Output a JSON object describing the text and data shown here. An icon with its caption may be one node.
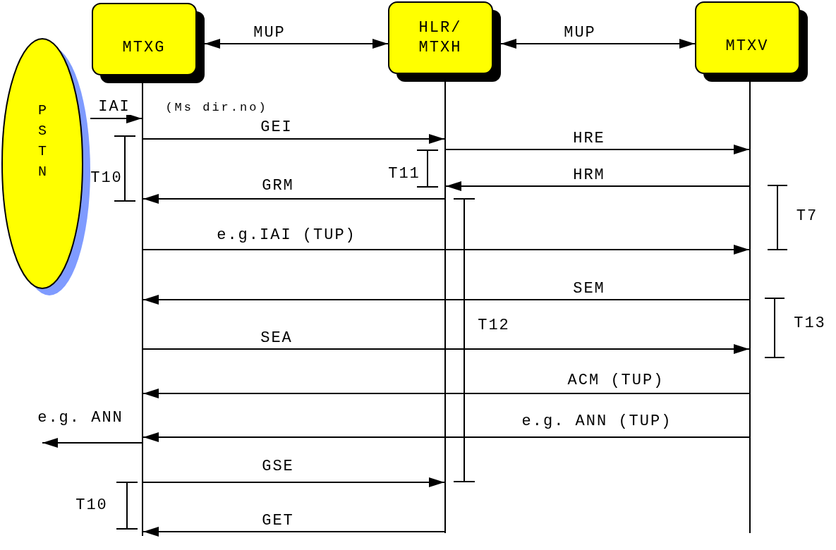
{
  "diagram": {
    "nodes": [
      {
        "text": [
          "MTXG"
        ]
      },
      {
        "text": [
          "HLR/ MTXH"
        ]
      },
      {
        "text": [
          "MTXV"
        ]
      },
      {
        "text": [
          "PSTN"
        ]
      },
      {
        "text": [],
        "shape": "line"
      },
      {
        "text": [],
        "shape": "line"
      },
      {
        "text": [],
        "shape": "line"
      }
    ],
    "edges": [
      {
        "from": 0,
        "to": 1,
        "arrow": "both",
        "label": "MUP"
      },
      {
        "from": 1,
        "to": 2,
        "arrow": "both",
        "label": "MUP"
      },
      {
        "from": 3,
        "to": 4,
        "arrow": "to",
        "label": "IAI"
      },
      {
        "from": 4,
        "to": 5,
        "arrow": "to",
        "label": "GEI"
      },
      {
        "from": 5,
        "to": 6,
        "arrow": "to",
        "label": "HRE"
      },
      {
        "from": 6,
        "to": 5,
        "arrow": "to",
        "label": "HRM"
      },
      {
        "from": 5,
        "to": 4,
        "arrow": "to",
        "label": "GRM"
      },
      {
        "from": 4,
        "to": 6,
        "arrow": "to",
        "label": "e.g.IAI (TUP)"
      },
      {
        "from": 6,
        "to": 4,
        "arrow": "to",
        "label": "SEM"
      },
      {
        "from": 4,
        "to": 6,
        "arrow": "to",
        "label": "SEA"
      },
      {
        "from": 6,
        "to": 4,
        "arrow": "to",
        "label": "ACM (TUP)"
      },
      {
        "from": 6,
        "to": 4,
        "arrow": "to",
        "label": "e.g. ANN (TUP)"
      },
      {
        "from": 4,
        "to": null,
        "arrow": "to",
        "label": "e.g. ANN"
      },
      {
        "from": 4,
        "to": 5,
        "arrow": "to",
        "label": "GSE"
      },
      {
        "from": 5,
        "to": 4,
        "arrow": "to",
        "label": "GET"
      }
    ],
    "labels": [
      "(Ms dir.no)",
      "T10",
      "T11",
      "T7",
      "T12",
      "T13",
      "T10"
    ]
  }
}
